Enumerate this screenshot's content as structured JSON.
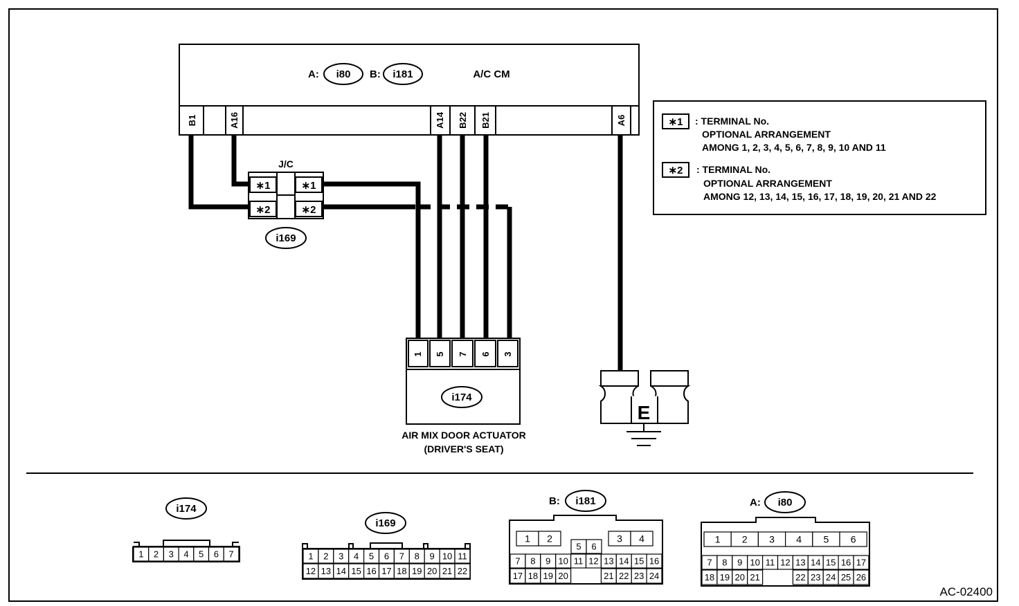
{
  "control_module": {
    "label": "A/C CM",
    "conn_a_prefix": "A:",
    "conn_a_id": "i80",
    "conn_b_prefix": "B:",
    "conn_b_id": "i181",
    "terminals": [
      "B1",
      "A16",
      "A14",
      "B22",
      "B21",
      "A6"
    ]
  },
  "junction": {
    "label": "J/C",
    "id": "i169",
    "pins": [
      "∗1",
      "∗2",
      "∗1",
      "∗2"
    ]
  },
  "actuator": {
    "id": "i174",
    "name_line1": "AIR MIX DOOR ACTUATOR",
    "name_line2": "(DRIVER'S SEAT)",
    "pins": [
      "1",
      "5",
      "7",
      "6",
      "3"
    ]
  },
  "ground": {
    "label": "E"
  },
  "notes": [
    {
      "mark": "∗1",
      "line1": ": TERMINAL No.",
      "line2": "OPTIONAL ARRANGEMENT",
      "line3": "AMONG 1, 2, 3, 4, 5, 6, 7, 8, 9, 10 AND 11"
    },
    {
      "mark": "∗2",
      "line1": ": TERMINAL No.",
      "line2": "OPTIONAL ARRANGEMENT",
      "line3": "AMONG 12, 13, 14, 15, 16, 17, 18, 19, 20, 21 AND 22"
    }
  ],
  "connector_views": {
    "i174": {
      "id": "i174",
      "pins": [
        "1",
        "2",
        "3",
        "4",
        "5",
        "6",
        "7"
      ]
    },
    "i169": {
      "id": "i169",
      "row1": [
        "1",
        "2",
        "3",
        "4",
        "5",
        "6",
        "7",
        "8",
        "9",
        "10",
        "11"
      ],
      "row2": [
        "12",
        "13",
        "14",
        "15",
        "16",
        "17",
        "18",
        "19",
        "20",
        "21",
        "22"
      ]
    },
    "i181": {
      "prefix": "B:",
      "id": "i181",
      "top_left": [
        "1",
        "2"
      ],
      "top_mid": [
        "5",
        "6"
      ],
      "top_right": [
        "3",
        "4"
      ],
      "row2": [
        "7",
        "8",
        "9",
        "10",
        "11",
        "12",
        "13",
        "14",
        "15",
        "16"
      ],
      "row3_left": [
        "17",
        "18",
        "19",
        "20"
      ],
      "row3_right": [
        "21",
        "22",
        "23",
        "24"
      ]
    },
    "i80": {
      "prefix": "A:",
      "id": "i80",
      "row1": [
        "1",
        "2",
        "3",
        "4",
        "5",
        "6"
      ],
      "row2": [
        "7",
        "8",
        "9",
        "10",
        "11",
        "12",
        "13",
        "14",
        "15",
        "16",
        "17"
      ],
      "row3_left": [
        "18",
        "19",
        "20",
        "21"
      ],
      "row3_right": [
        "22",
        "23",
        "24",
        "25",
        "26"
      ]
    }
  },
  "figure_id": "AC-02400"
}
